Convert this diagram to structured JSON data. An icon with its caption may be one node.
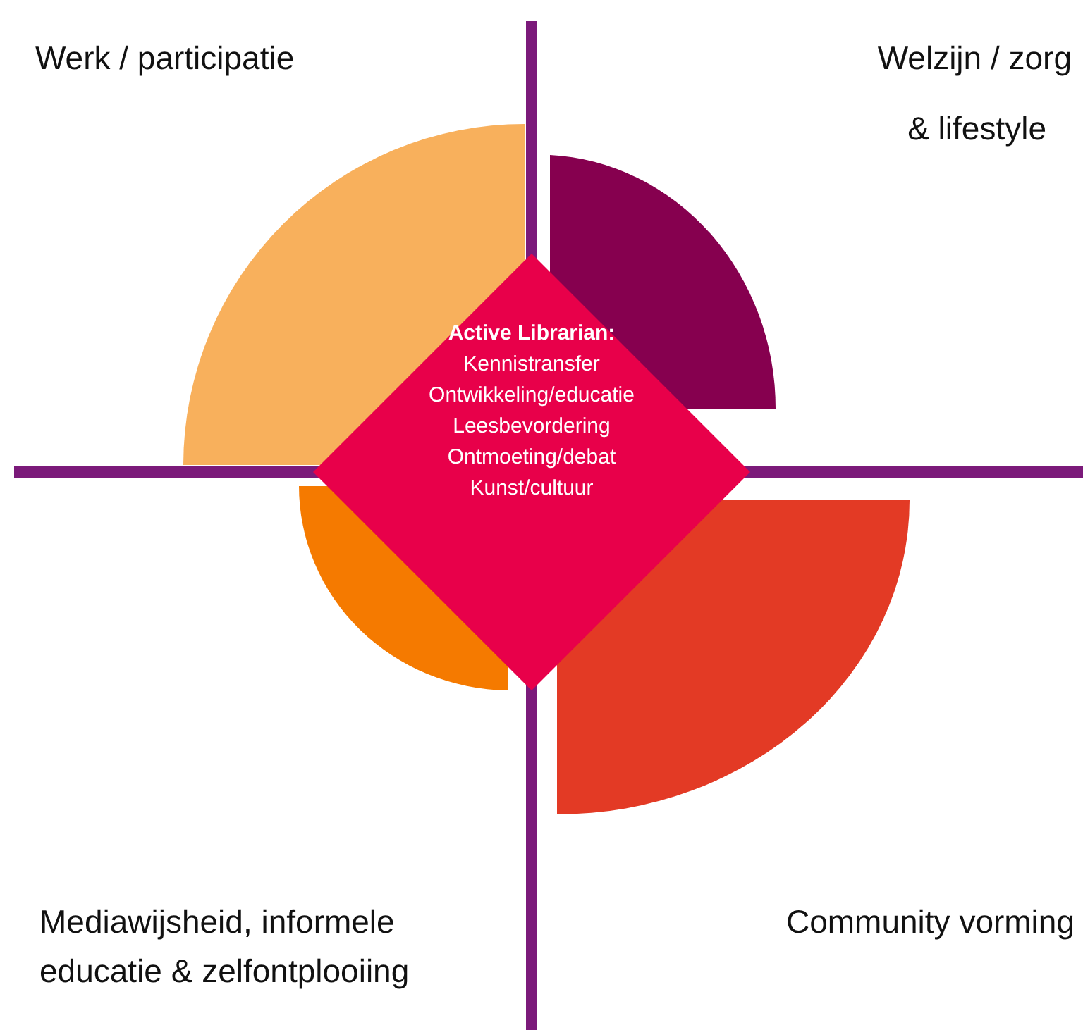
{
  "diagram": {
    "nodes": [
      {
        "text": [
          "Active Librarian:",
          "Kennistransfer",
          "Ontwikkeling/educatie",
          "Leesbevordering",
          "Ontmoeting/debat",
          "Kunst/cultuur"
        ]
      }
    ],
    "labels": [
      "Werk / participatie",
      "Welzijn / zorg",
      "& lifestyle",
      "Mediawijsheid, informele educatie & zelfontplooiing",
      "Community vorming"
    ]
  }
}
